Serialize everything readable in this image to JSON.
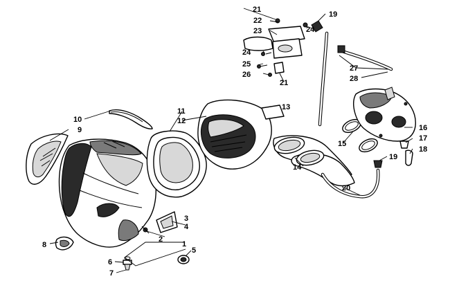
{
  "callouts": [
    {
      "id": "c1",
      "text": "1"
    },
    {
      "id": "c2",
      "text": "2"
    },
    {
      "id": "c3",
      "text": "3"
    },
    {
      "id": "c4",
      "text": "4"
    },
    {
      "id": "c5",
      "text": "5"
    },
    {
      "id": "c6",
      "text": "6"
    },
    {
      "id": "c7",
      "text": "7"
    },
    {
      "id": "c8",
      "text": "8"
    },
    {
      "id": "c9",
      "text": "9"
    },
    {
      "id": "c10",
      "text": "10"
    },
    {
      "id": "c11",
      "text": "11"
    },
    {
      "id": "c12",
      "text": "12"
    },
    {
      "id": "c13",
      "text": "13"
    },
    {
      "id": "c14",
      "text": "14"
    },
    {
      "id": "c15",
      "text": "15"
    },
    {
      "id": "c16",
      "text": "16"
    },
    {
      "id": "c17",
      "text": "17"
    },
    {
      "id": "c18",
      "text": "18"
    },
    {
      "id": "c19a",
      "text": "19"
    },
    {
      "id": "c19b",
      "text": "19"
    },
    {
      "id": "c20",
      "text": "20"
    },
    {
      "id": "c21a",
      "text": "21"
    },
    {
      "id": "c21b",
      "text": "21"
    },
    {
      "id": "c22",
      "text": "22"
    },
    {
      "id": "c23",
      "text": "23"
    },
    {
      "id": "c24a",
      "text": "24"
    },
    {
      "id": "c24b",
      "text": "24"
    },
    {
      "id": "c25",
      "text": "25"
    },
    {
      "id": "c26",
      "text": "26"
    },
    {
      "id": "c27",
      "text": "27"
    },
    {
      "id": "c28",
      "text": "28"
    }
  ]
}
